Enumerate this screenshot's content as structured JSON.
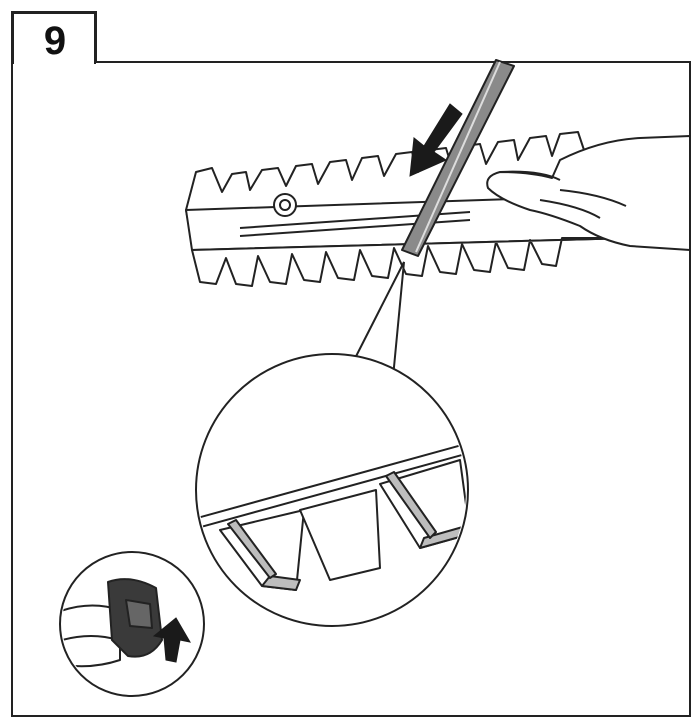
{
  "step": {
    "number": "9"
  },
  "colors": {
    "line": "#222222",
    "fill": "#ffffff",
    "shade": "#bdbdbd",
    "arrow": "#1a1a1a"
  },
  "icons": {
    "blade": "hedge-trimmer-blade-illustration",
    "tool": "cleaning-tool-illustration",
    "arrow": "arrow-down-icon",
    "zoom": "magnified-detail-callout",
    "battery": "battery-pack-illustration"
  }
}
